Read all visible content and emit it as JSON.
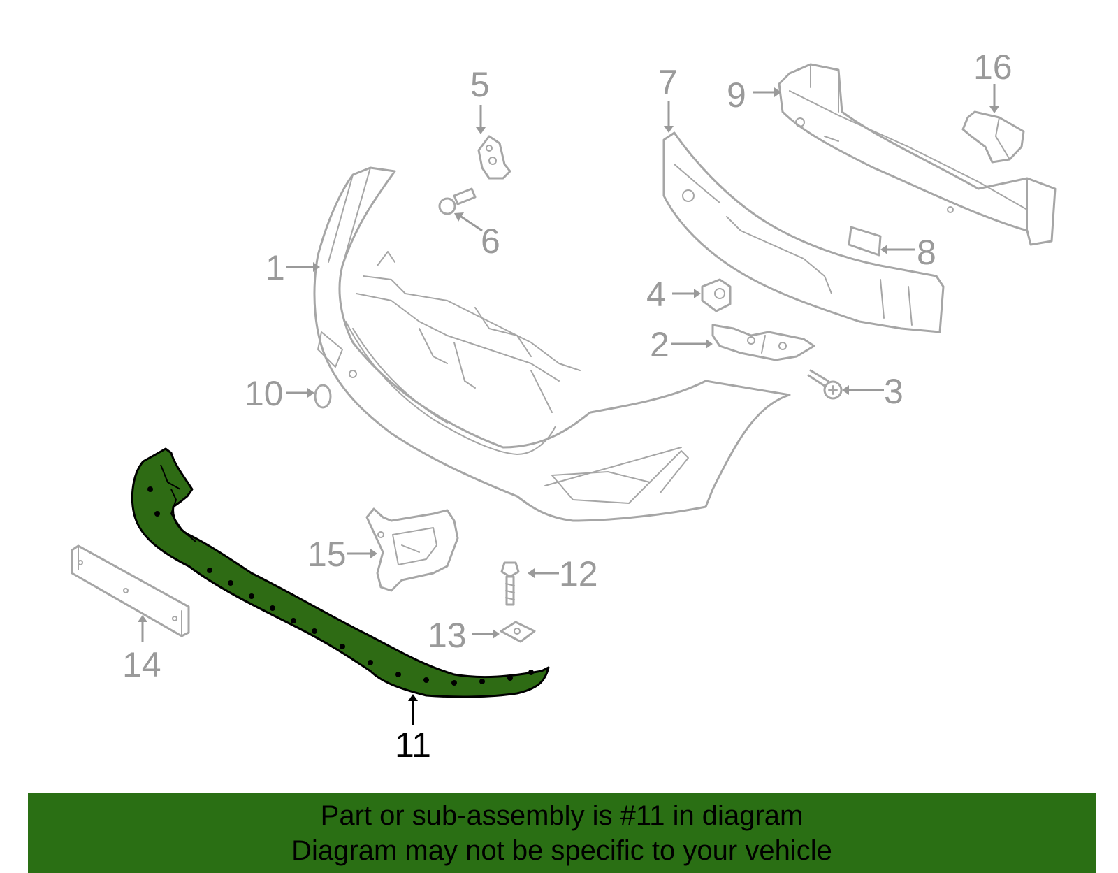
{
  "diagram": {
    "callouts": [
      {
        "id": "1",
        "label": "1"
      },
      {
        "id": "2",
        "label": "2"
      },
      {
        "id": "3",
        "label": "3"
      },
      {
        "id": "4",
        "label": "4"
      },
      {
        "id": "5",
        "label": "5"
      },
      {
        "id": "6",
        "label": "6"
      },
      {
        "id": "7",
        "label": "7"
      },
      {
        "id": "8",
        "label": "8"
      },
      {
        "id": "9",
        "label": "9"
      },
      {
        "id": "10",
        "label": "10"
      },
      {
        "id": "11",
        "label": "11"
      },
      {
        "id": "12",
        "label": "12"
      },
      {
        "id": "13",
        "label": "13"
      },
      {
        "id": "14",
        "label": "14"
      },
      {
        "id": "15",
        "label": "15"
      },
      {
        "id": "16",
        "label": "16"
      }
    ],
    "highlighted_part": "11",
    "colors": {
      "highlight_fill": "#2e6b14",
      "banner_background": "#2a6f14",
      "part_outline": "#a6a6a6",
      "callout_text": "#9a9a9a"
    }
  },
  "banner": {
    "line1": "Part or sub-assembly is #11 in diagram",
    "line2": "Diagram may not be specific to your vehicle"
  }
}
